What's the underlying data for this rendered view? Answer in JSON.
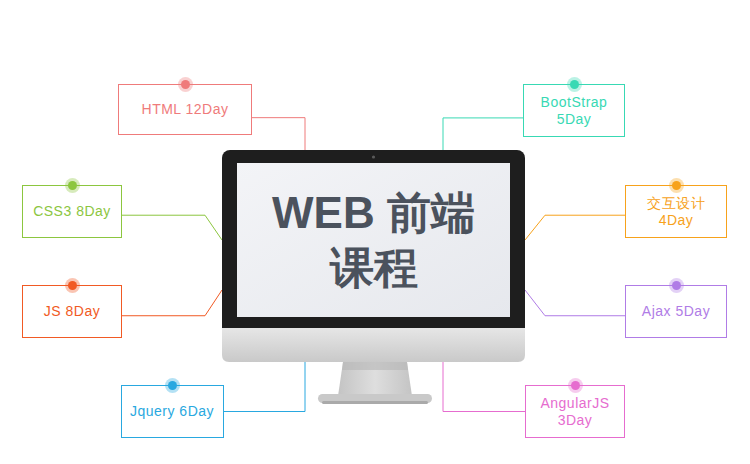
{
  "diagram": {
    "nodes": [
      {
        "text": [
          "HTML 12Day"
        ]
      },
      {
        "text": [
          "BootStrap 5Day"
        ]
      },
      {
        "text": [
          "WEB 前端课程"
        ]
      },
      {
        "text": [
          "CSS3 8Day"
        ]
      },
      {
        "text": [
          "交互设计 4Day"
        ]
      },
      {
        "text": [
          "JS 8Day"
        ]
      },
      {
        "text": [
          "Ajax 5Day"
        ]
      },
      {
        "text": [
          "Jquery 6Day"
        ]
      },
      {
        "text": [
          "AngularJS 3Day"
        ]
      }
    ],
    "edges": [
      {
        "from": 0,
        "to": 2,
        "arrow": "none"
      },
      {
        "from": 1,
        "to": 2,
        "arrow": "none"
      },
      {
        "from": 3,
        "to": 2,
        "arrow": "none"
      },
      {
        "from": 4,
        "to": 2,
        "arrow": "none"
      },
      {
        "from": 5,
        "to": 2,
        "arrow": "none"
      },
      {
        "from": 6,
        "to": 2,
        "arrow": "none"
      },
      {
        "from": 7,
        "to": 2,
        "arrow": "none"
      },
      {
        "from": 8,
        "to": 2,
        "arrow": "none"
      }
    ]
  }
}
